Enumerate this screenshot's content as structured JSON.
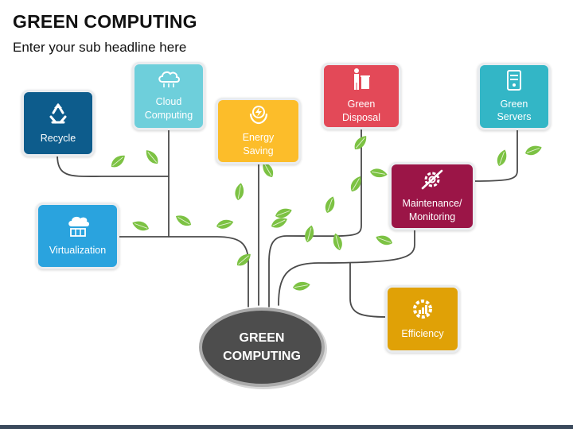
{
  "header": {
    "title": "GREEN COMPUTING",
    "subtitle": "Enter your sub headline here"
  },
  "center": {
    "label": "GREEN\nCOMPUTING",
    "color": "#4d4d4d"
  },
  "nodes": [
    {
      "label": "Recycle",
      "color": "#0d5c8c",
      "icon": "recycle-icon"
    },
    {
      "label": "Cloud\nComputing",
      "color": "#6ecfdb",
      "icon": "cloud-icon"
    },
    {
      "label": "Energy\nSaving",
      "color": "#fcbd2a",
      "icon": "energy-icon"
    },
    {
      "label": "Green\nDisposal",
      "color": "#e34958",
      "icon": "disposal-icon"
    },
    {
      "label": "Green\nServers",
      "color": "#33b6c6",
      "icon": "server-icon"
    },
    {
      "label": "Virtualization",
      "color": "#2aa3de",
      "icon": "virtualization-icon"
    },
    {
      "label": "Maintenance/\nMonitoring",
      "color": "#9b1547",
      "icon": "maintenance-icon"
    },
    {
      "label": "Efficiency",
      "color": "#e0a106",
      "icon": "efficiency-icon"
    }
  ],
  "colors": {
    "branch": "#4a4a4a",
    "leaf": "#7cc243",
    "leaf_vein": "#e6f3d6"
  }
}
